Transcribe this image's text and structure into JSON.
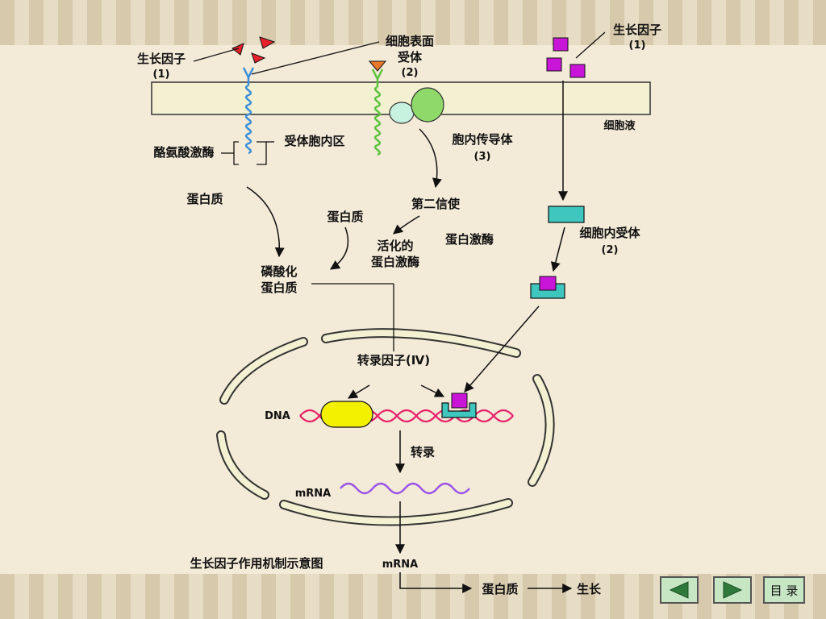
{
  "labels": {
    "growth_factor_1_left": "生长因子",
    "growth_factor_1_left_num": "(1)",
    "surface_receptor": "细胞表面",
    "surface_receptor_2": "受体",
    "surface_receptor_num": "(2)",
    "growth_factor_right": "生长因子",
    "growth_factor_right_num": "(1)",
    "cytoplasm": "细胞液",
    "receptor_intracellular": "受体胞内区",
    "tyrosine_kinase": "酪氨酸激酶",
    "transducer": "胞内传导体",
    "transducer_num": "(3)",
    "protein_left": "蛋白质",
    "second_messenger": "第二信使",
    "protein_mid": "蛋白质",
    "protein_kinase": "蛋白激酶",
    "activated": "活化的",
    "activated_kinase": "蛋白激酶",
    "intracellular_receptor": "细胞内受体",
    "intracellular_receptor_num": "(2)",
    "phospho": "磷酸化",
    "phospho_protein": "蛋白质",
    "transcription_factor": "转录因子(Ⅳ)",
    "dna": "DNA",
    "transcription": "转录",
    "mrna_inner": "mRNA",
    "mrna_outer": "mRNA",
    "caption": "生长因子作用机制示意图",
    "protein_out": "蛋白质",
    "growth": "生长"
  },
  "nav": {
    "menu_label": "目 录"
  },
  "colors": {
    "membrane": "#f4f1d2",
    "receptor_blue": "#3b8fd6",
    "receptor_green": "#5cc23c",
    "transducer_green": "#8fd86a",
    "transducer_light": "#c8f2e0",
    "growth_factor_red": "#e8202a",
    "growth_factor_orange": "#e8782a",
    "magenta": "#c815d8",
    "teal": "#3ec6bf",
    "yellow": "#f3f000",
    "dna_red": "#e8206a",
    "mrna_purple": "#9b52e8",
    "nav_green": "#c7e6c3",
    "nav_arrow": "#2f7a3a"
  }
}
